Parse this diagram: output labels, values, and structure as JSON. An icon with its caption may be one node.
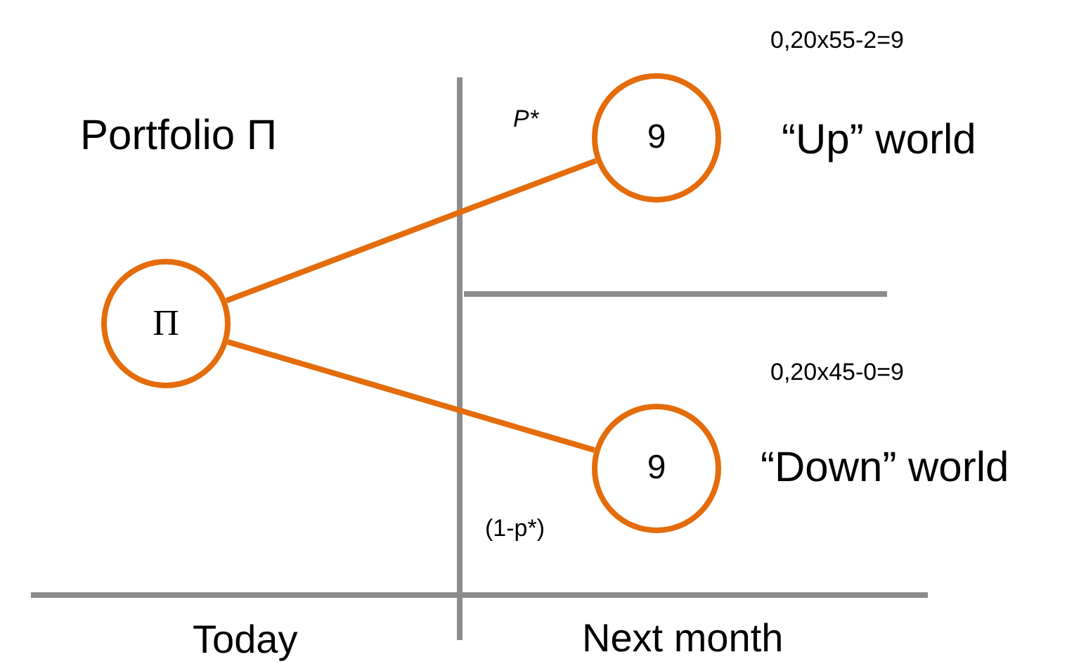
{
  "diagram": {
    "nodes": [
      {
        "text": [
          "Π"
        ]
      },
      {
        "text": [
          "9"
        ],
        "beside": [
          "0,20x55-2=9",
          "“Up” world"
        ]
      },
      {
        "text": [
          "9"
        ],
        "beside": [
          "0,20x45-0=9",
          "“Down” world"
        ]
      }
    ],
    "edges": [
      {
        "from": 0,
        "to": 1,
        "arrow": "none",
        "label": "P*"
      },
      {
        "from": 0,
        "to": 2,
        "arrow": "none",
        "label": "(1-p*)"
      }
    ],
    "labels": [
      "Portfolio Π",
      "Today",
      "Next month"
    ]
  }
}
